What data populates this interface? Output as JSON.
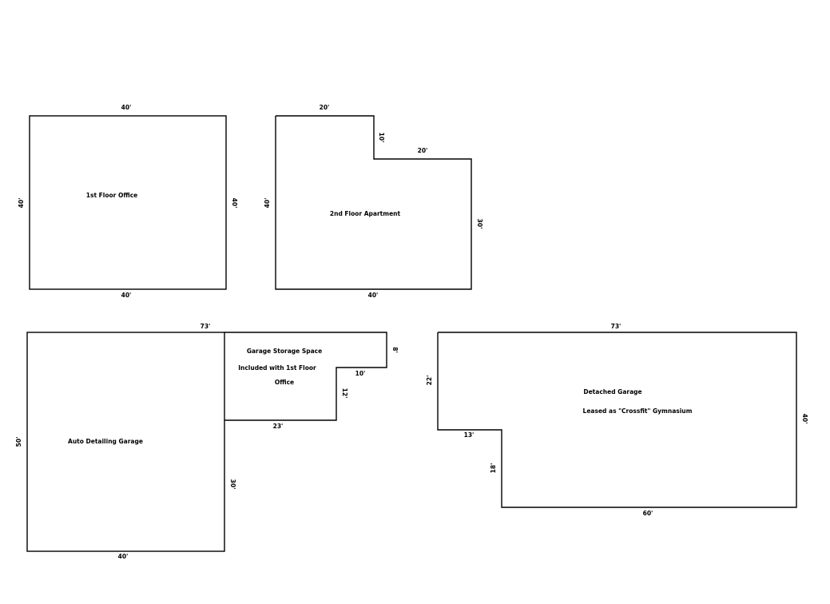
{
  "office": {
    "label": "1st Floor Office",
    "dim_top": "40'",
    "dim_bottom": "40'",
    "dim_left": "40'",
    "dim_right": "40'"
  },
  "apartment": {
    "label": "2nd Floor Apartment",
    "dim_top": "20'",
    "dim_notch_vertical": "10'",
    "dim_notch_horizontal": "20'",
    "dim_left": "40'",
    "dim_right": "30'",
    "dim_bottom": "40'"
  },
  "auto_garage": {
    "label": "Auto Detailing Garage",
    "dim_top": "73'",
    "dim_left": "50'",
    "dim_right": "30'",
    "dim_bottom": "40'"
  },
  "storage": {
    "label_line1": "Garage Storage Space",
    "label_line2": "Included with 1st Floor",
    "label_line3": "Office",
    "dim_step_vertical": "8'",
    "dim_step_horizontal": "10'",
    "dim_lower_vertical": "12'",
    "dim_bottom": "23'"
  },
  "detached": {
    "label_line1": "Detached Garage",
    "label_line2": "Leased as \"Crossfit\" Gymnasium",
    "dim_top": "73'",
    "dim_left_upper": "22'",
    "dim_notch_horizontal": "13'",
    "dim_notch_vertical": "18'",
    "dim_right": "40'",
    "dim_bottom": "60'"
  }
}
